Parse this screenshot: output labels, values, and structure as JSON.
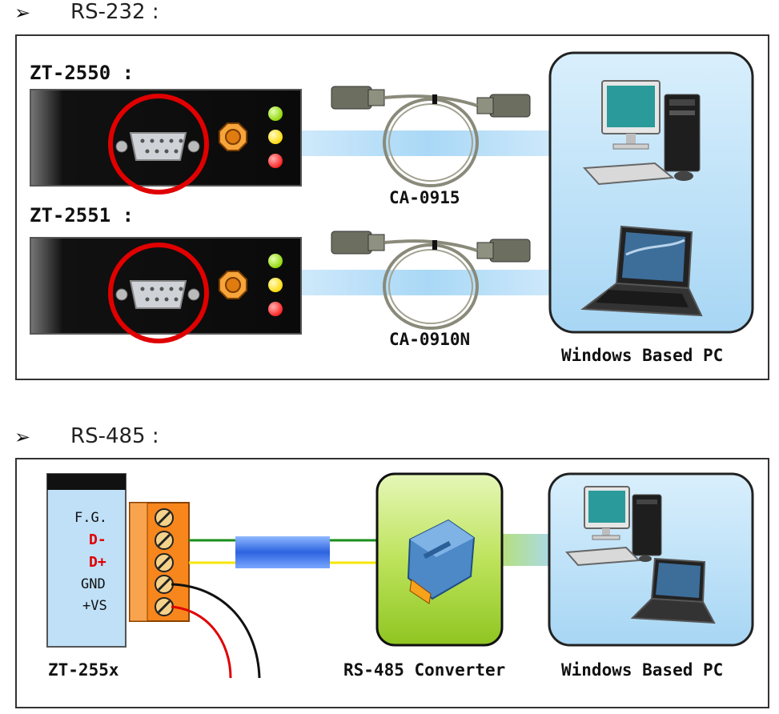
{
  "sections": {
    "rs232": {
      "marker": "➢",
      "title": "RS-232 :",
      "device1_label": "ZT-2550 :",
      "device2_label": "ZT-2551 :",
      "cable1_label": "CA-0915",
      "cable2_label": "CA-0910N",
      "pc_label": "Windows Based PC"
    },
    "rs485": {
      "marker": "➢",
      "title": "RS-485 :",
      "device_label": "ZT-255x",
      "terminals": [
        "F.G.",
        "D-",
        "D+",
        "GND",
        "+VS"
      ],
      "converter_label": "RS-485 Converter",
      "pc_label": "Windows Based PC"
    }
  },
  "colors": {
    "frame_border": "#333333",
    "pc_panel": "#bfe2f7",
    "device_body": "#111111",
    "highlight_ring": "#e00000",
    "led_green": "#8cd400",
    "led_yellow": "#ffe600",
    "led_red": "#ff1a1a",
    "terminal_orange": "#f7861d",
    "converter_green": "#b8e05a",
    "wire_green": "#1a8f1a",
    "wire_yellow": "#f5e600",
    "label_red": "#e00000"
  }
}
